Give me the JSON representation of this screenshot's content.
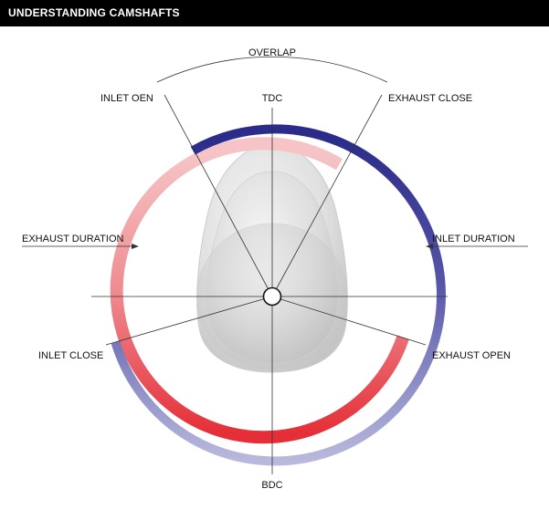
{
  "header": {
    "title": "UNDERSTANDING CAMSHAFTS"
  },
  "labels": {
    "overlap": "OVERLAP",
    "tdc": "TDC",
    "bdc": "BDC",
    "inlet_open": "INLET OEN",
    "exhaust_close": "EXHAUST CLOSE",
    "exhaust_duration": "EXHAUST DURATION",
    "inlet_duration": "INLET DURATION",
    "inlet_close": "INLET CLOSE",
    "exhaust_open": "EXHAUST OPEN"
  },
  "colors": {
    "inlet": "#2e2e8c",
    "exhaust": "#e8323c",
    "header_bg": "#000000",
    "lobe": "#d6d6d6"
  }
}
